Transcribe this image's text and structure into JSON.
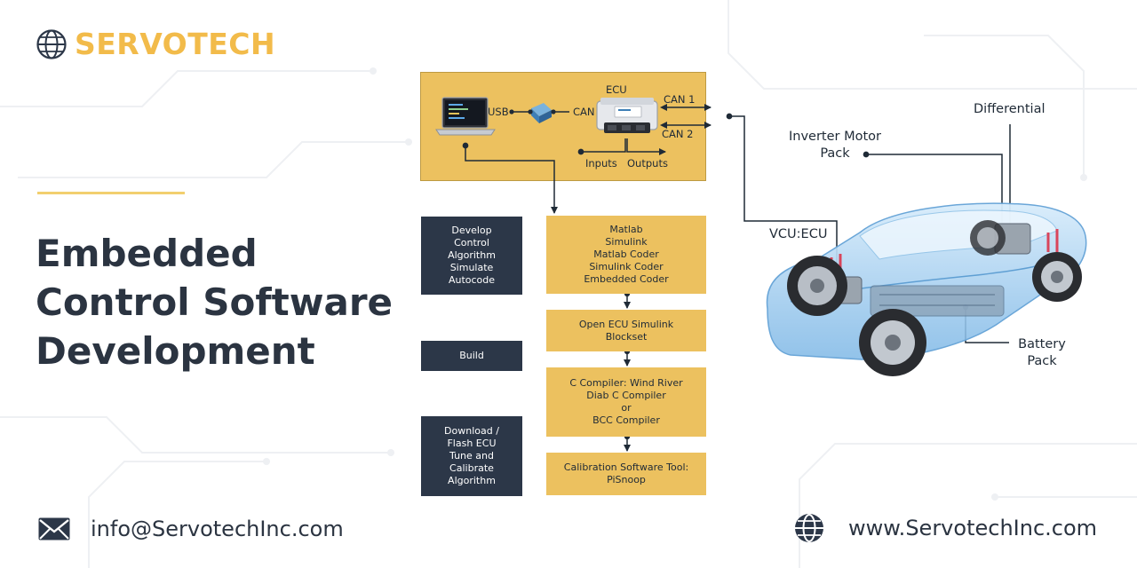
{
  "brand": {
    "name": "SERVOTECH",
    "accent_color": "#f2bb4a",
    "icon": "globe-icon"
  },
  "headline": {
    "line1": "Embedded",
    "line2": "Control Software",
    "line3": "Development"
  },
  "hardware": {
    "usb_label": "USB",
    "can_label": "CAN",
    "ecu_label": "ECU",
    "can1_label": "CAN 1",
    "can2_label": "CAN 2",
    "inputs_label": "Inputs",
    "outputs_label": "Outputs",
    "icons": [
      "laptop-icon",
      "usb-can-adapter-icon",
      "ecu-module-icon"
    ]
  },
  "steps": {
    "left": [
      {
        "text": "Develop\nControl\nAlgorithm\nSimulate\nAutocode"
      },
      {
        "text": "Build"
      },
      {
        "text": "Download /\nFlash ECU\nTune and\nCalibrate\nAlgorithm"
      }
    ],
    "right": [
      {
        "text": "Matlab\nSimulink\nMatlab Coder\nSimulink Coder\nEmbedded Coder"
      },
      {
        "text": "Open ECU Simulink\nBlockset"
      },
      {
        "text": "C Compiler: Wind River\nDiab C Compiler\nor\nBCC Compiler"
      },
      {
        "text": "Calibration Software Tool:\nPiSnoop"
      }
    ]
  },
  "car": {
    "differential": "Differential",
    "inverter": "Inverter Motor\nPack",
    "vcu": "VCU:ECU",
    "battery": "Battery\nPack"
  },
  "contact": {
    "email": "info@ServotechInc.com",
    "website": "www.ServotechInc.com",
    "email_icon": "envelope-icon",
    "web_icon": "globe-icon"
  },
  "colors": {
    "navy": "#2c3748",
    "gold": "#ecc15f",
    "text_dark": "#2b3441"
  }
}
